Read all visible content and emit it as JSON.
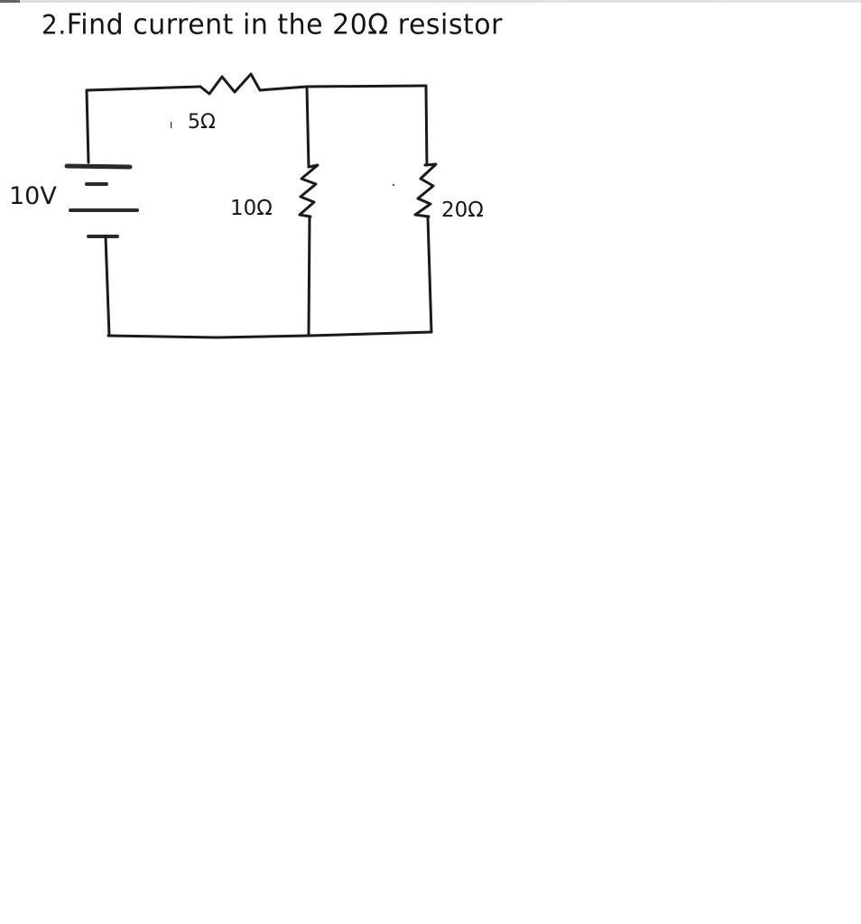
{
  "problem": {
    "number": "2.",
    "text": "Find current in the 20Ω resistor"
  },
  "circuit": {
    "source": {
      "type": "battery",
      "label": "10V",
      "voltage_v": 10
    },
    "components": [
      {
        "id": "R1",
        "label": "5Ω",
        "resistance_ohm": 5,
        "placement": "series, top wire"
      },
      {
        "id": "R2",
        "label": "10Ω",
        "resistance_ohm": 10,
        "placement": "parallel branch (middle)"
      },
      {
        "id": "R3",
        "label": "20Ω",
        "resistance_ohm": 20,
        "placement": "parallel branch (right)"
      }
    ],
    "topology": "10V battery in series with 5Ω, feeding 10Ω and 20Ω in parallel"
  },
  "colors": {
    "ink": "#1a1a1a",
    "paper": "#ffffff"
  }
}
